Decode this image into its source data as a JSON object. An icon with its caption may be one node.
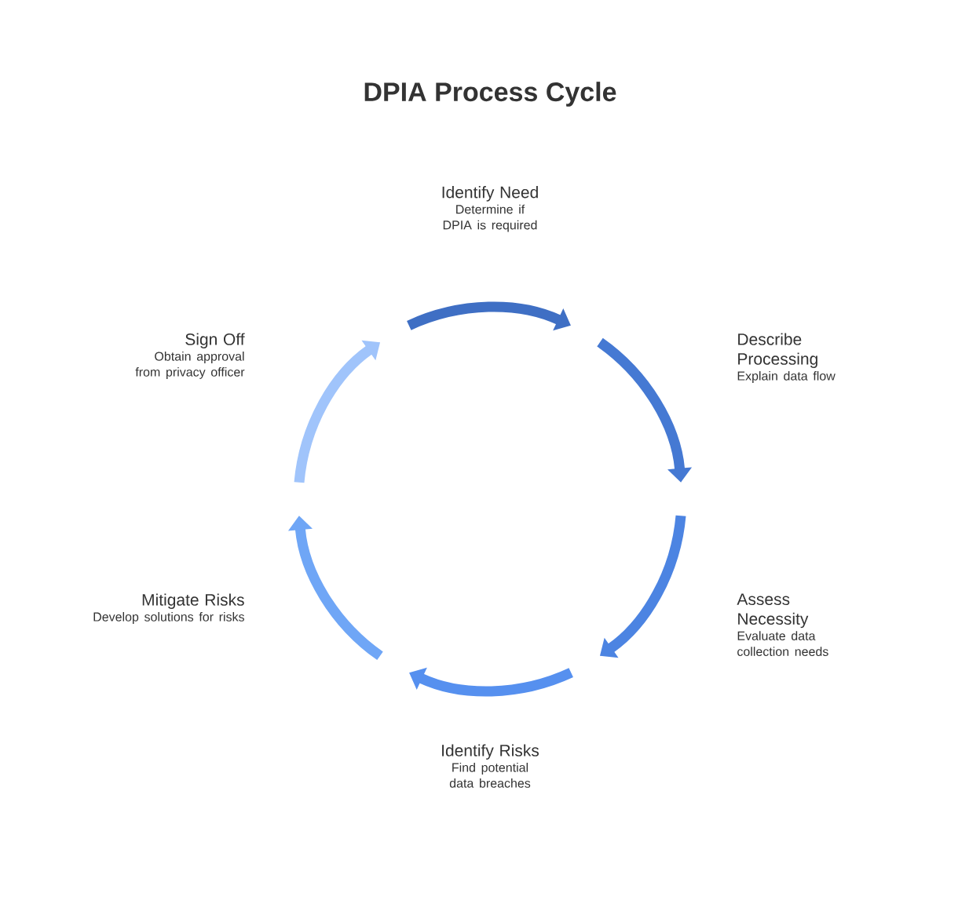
{
  "diagram": {
    "title": "DPIA Process Cycle",
    "nodes": [
      {
        "text": [
          "Identify Need",
          "Determine if DPIA is required"
        ]
      },
      {
        "text": [
          "Describe Processing",
          "Explain data flow"
        ]
      },
      {
        "text": [
          "Assess Necessity",
          "Evaluate data collection needs"
        ]
      },
      {
        "text": [
          "Identify Risks",
          "Find potential data breaches"
        ]
      },
      {
        "text": [
          "Mitigate Risks",
          "Develop solutions for risks"
        ]
      },
      {
        "text": [
          "Sign Off",
          "Obtain approval from privacy officer"
        ]
      }
    ]
  }
}
